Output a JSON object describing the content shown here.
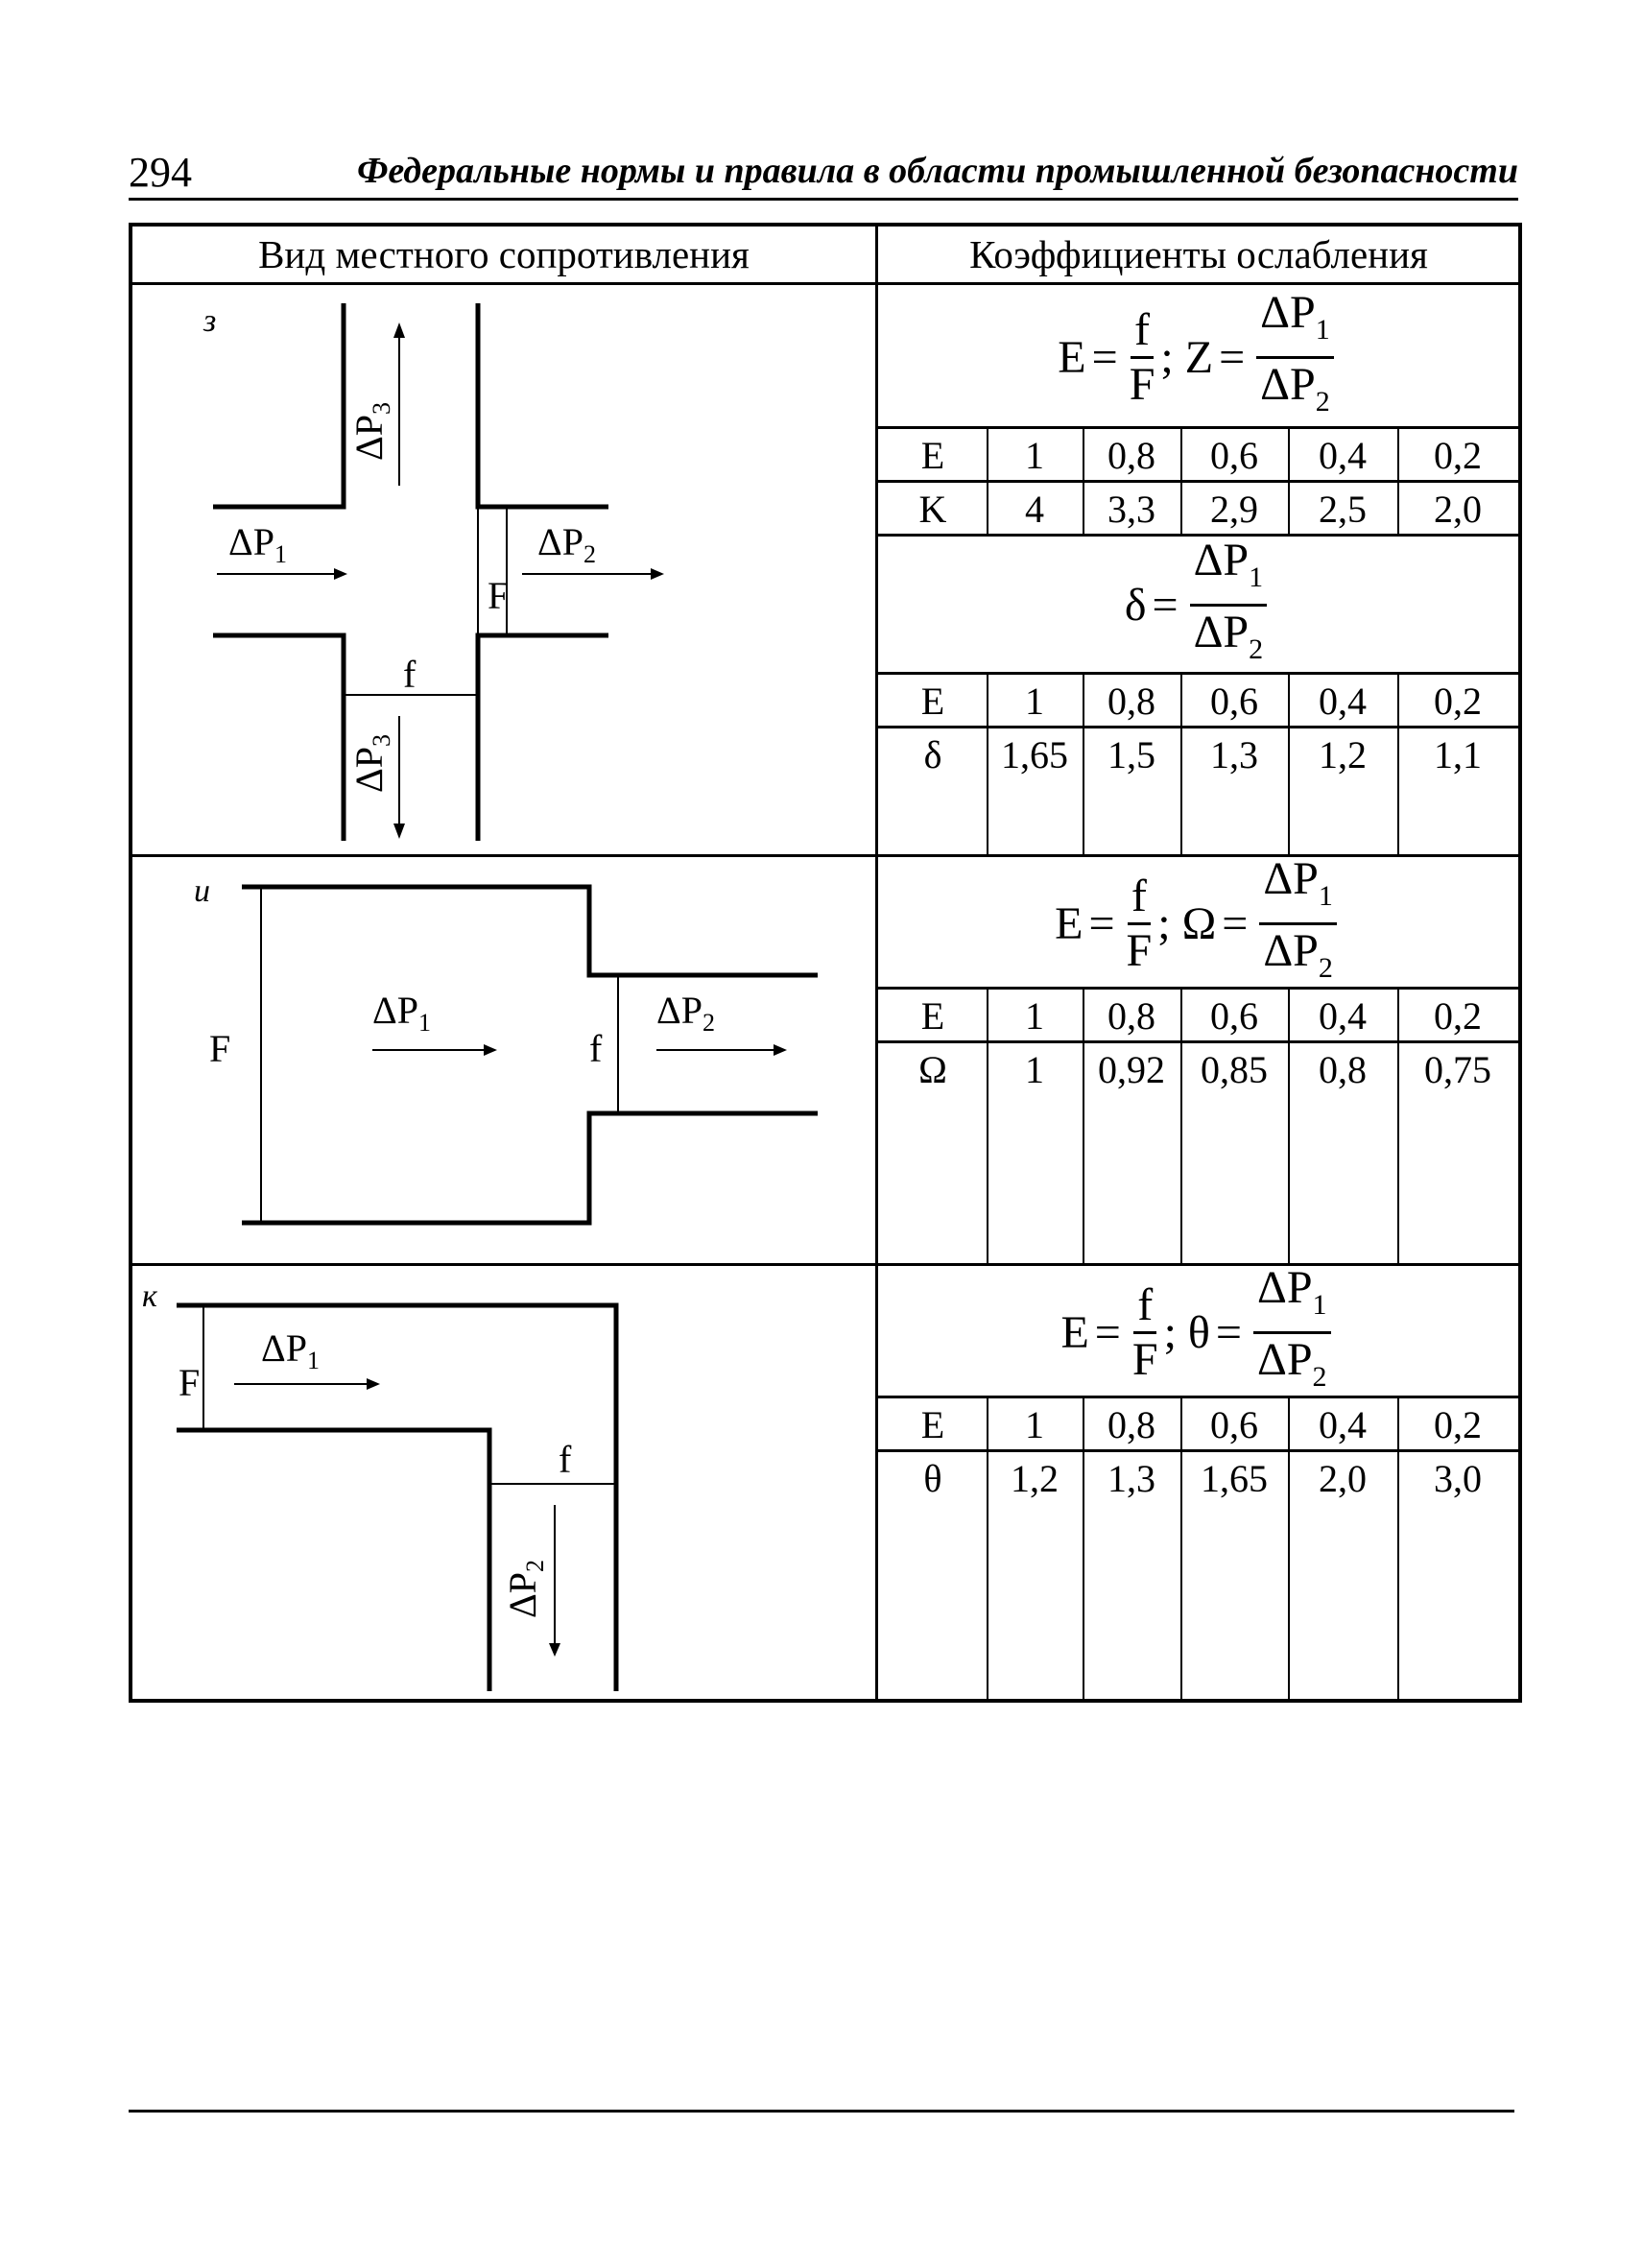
{
  "header": {
    "page_number": "294",
    "running_title": "Федеральные нормы и правила в области промышленной безопасности"
  },
  "table": {
    "col1_header": "Вид местного сопротивления",
    "col2_header": "Коэффициенты ослабления",
    "sections": [
      {
        "letter": "з",
        "labels": {
          "dp1": "ΔP",
          "dp1_sub": "1",
          "dp2": "ΔP",
          "dp2_sub": "2",
          "dp3": "ΔP",
          "dp3_sub": "3",
          "F": "F",
          "f": "f"
        },
        "formula_a": {
          "lhs": "E",
          "num": "f",
          "den": "F",
          "sep": ";",
          "sym": "Z",
          "num2": "ΔP",
          "num2_sub": "1",
          "den2": "ΔP",
          "den2_sub": "2"
        },
        "rows_a": [
          [
            "E",
            "1",
            "0,8",
            "0,6",
            "0,4",
            "0,2"
          ],
          [
            "K",
            "4",
            "3,3",
            "2,9",
            "2,5",
            "2,0"
          ]
        ],
        "formula_b": {
          "sym": "δ",
          "num2": "ΔP",
          "num2_sub": "1",
          "den2": "ΔP",
          "den2_sub": "2"
        },
        "rows_b": [
          [
            "E",
            "1",
            "0,8",
            "0,6",
            "0,4",
            "0,2"
          ],
          [
            "δ",
            "1,65",
            "1,5",
            "1,3",
            "1,2",
            "1,1"
          ]
        ]
      },
      {
        "letter": "и",
        "labels": {
          "dp1": "ΔP",
          "dp1_sub": "1",
          "dp2": "ΔP",
          "dp2_sub": "2",
          "F": "F",
          "f": "f"
        },
        "formula": {
          "lhs": "E",
          "num": "f",
          "den": "F",
          "sep": ";",
          "sym": "Ω",
          "num2": "ΔP",
          "num2_sub": "1",
          "den2": "ΔP",
          "den2_sub": "2"
        },
        "rows": [
          [
            "E",
            "1",
            "0,8",
            "0,6",
            "0,4",
            "0,2"
          ],
          [
            "Ω",
            "1",
            "0,92",
            "0,85",
            "0,8",
            "0,75"
          ]
        ]
      },
      {
        "letter": "к",
        "labels": {
          "dp1": "ΔP",
          "dp1_sub": "1",
          "dp2": "ΔP",
          "dp2_sub": "2",
          "F": "F",
          "f": "f"
        },
        "formula": {
          "lhs": "E",
          "num": "f",
          "den": "F",
          "sep": ";",
          "sym": "θ",
          "num2": "ΔP",
          "num2_sub": "1",
          "den2": "ΔP",
          "den2_sub": "2"
        },
        "rows": [
          [
            "E",
            "1",
            "0,8",
            "0,6",
            "0,4",
            "0,2"
          ],
          [
            "θ",
            "1,2",
            "1,3",
            "1,65",
            "2,0",
            "3,0"
          ]
        ]
      }
    ]
  }
}
